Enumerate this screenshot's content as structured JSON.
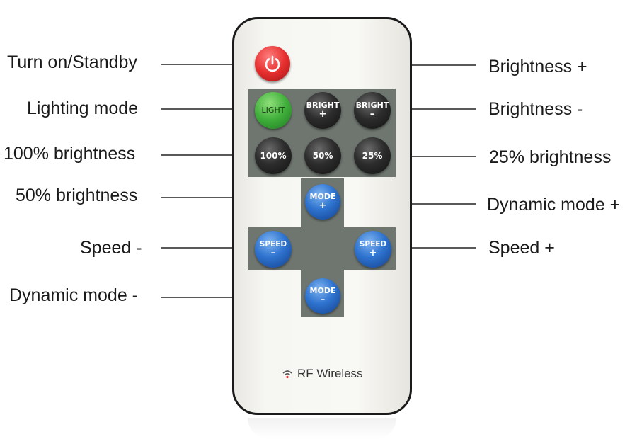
{
  "labels": {
    "turn_on_standby": "Turn on/Standby",
    "lighting_mode": "Lighting mode",
    "brightness_100": "100% brightness",
    "brightness_50": "50% brightness",
    "speed_minus": "Speed -",
    "dynamic_mode_minus": "Dynamic mode -",
    "brightness_plus": "Brightness +",
    "brightness_minus": "Brightness -",
    "brightness_25": "25% brightness",
    "dynamic_mode_plus": "Dynamic mode +",
    "speed_plus": "Speed +"
  },
  "buttons": {
    "light": "LIGHT",
    "bright_plus_top": "BRIGHT",
    "bright_plus_sign": "+",
    "bright_minus_top": "BRIGHT",
    "bright_minus_sign": "–",
    "pct100": "100%",
    "pct50": "50%",
    "pct25": "25%",
    "mode_plus_top": "MODE",
    "mode_plus_sign": "+",
    "speed_minus_top": "SPEED",
    "speed_minus_sign": "–",
    "speed_plus_top": "SPEED",
    "speed_plus_sign": "+",
    "mode_minus_top": "MODE",
    "mode_minus_sign": "–"
  },
  "remote_text": {
    "rf_wireless": "RF Wireless"
  },
  "colors": {
    "power": "#e62f2f",
    "light": "#3fae3a",
    "blue": "#2f74d0",
    "dark": "#1b1b1b",
    "panel": "#6f7670"
  },
  "icons": {
    "power": "power-icon",
    "rf": "wifi-signal-icon"
  }
}
